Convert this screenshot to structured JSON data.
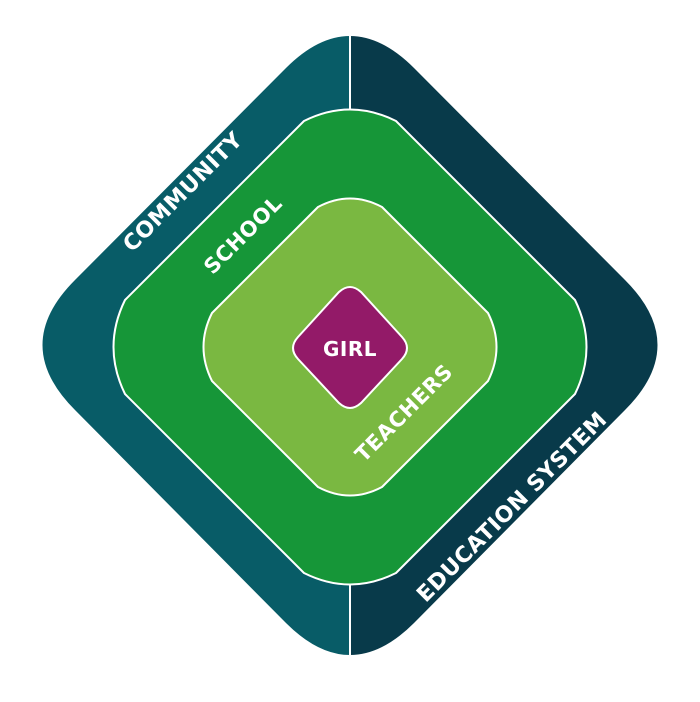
{
  "diagram": {
    "labels": {
      "community": "COMMUNITY",
      "school": "SCHOOL",
      "teachers": "TEACHERS",
      "girl": "GIRL",
      "education_system": "EDUCATION SYSTEM"
    },
    "colors": {
      "community_left": "#085C67",
      "education_system_right": "#083A4A",
      "school": "#169638",
      "teachers": "#7AB841",
      "girl": "#931A68",
      "border": "#ffffff"
    }
  }
}
